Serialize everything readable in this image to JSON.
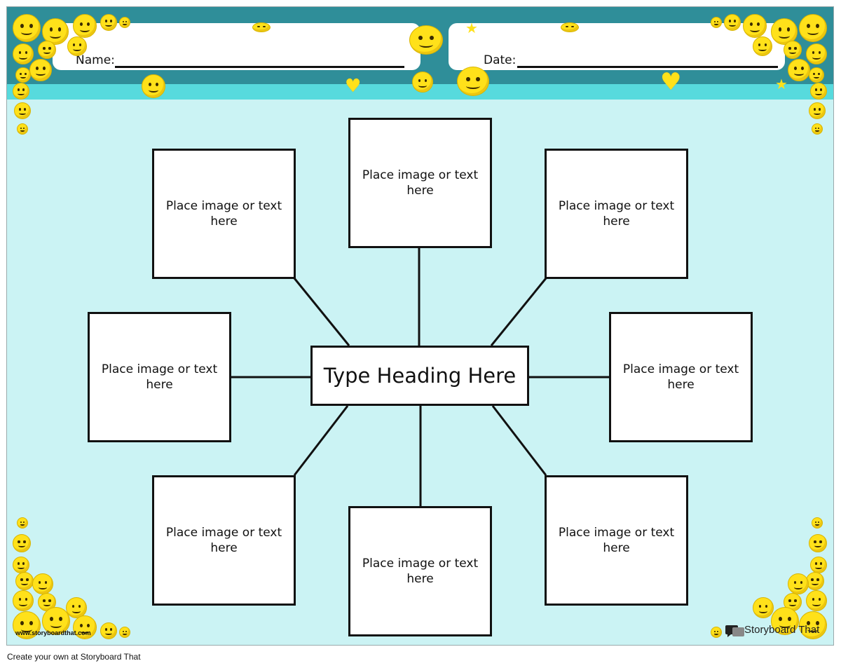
{
  "header": {
    "name_label": "Name:",
    "date_label": "Date:"
  },
  "center": {
    "heading": "Type Heading Here"
  },
  "nodes": {
    "placeholder": "Place image or text here"
  },
  "branding": {
    "site_url": "www.storyboardthat.com",
    "logo_text": "Storyboard That",
    "footer": "Create your own at Storyboard That"
  },
  "colors": {
    "header_band": "#2f8e99",
    "header_stripe": "#57dadd",
    "canvas": "#cbf3f4",
    "emoji": "#ffe11a"
  },
  "decorations": {
    "icon": "smiley-emoji-icon"
  }
}
